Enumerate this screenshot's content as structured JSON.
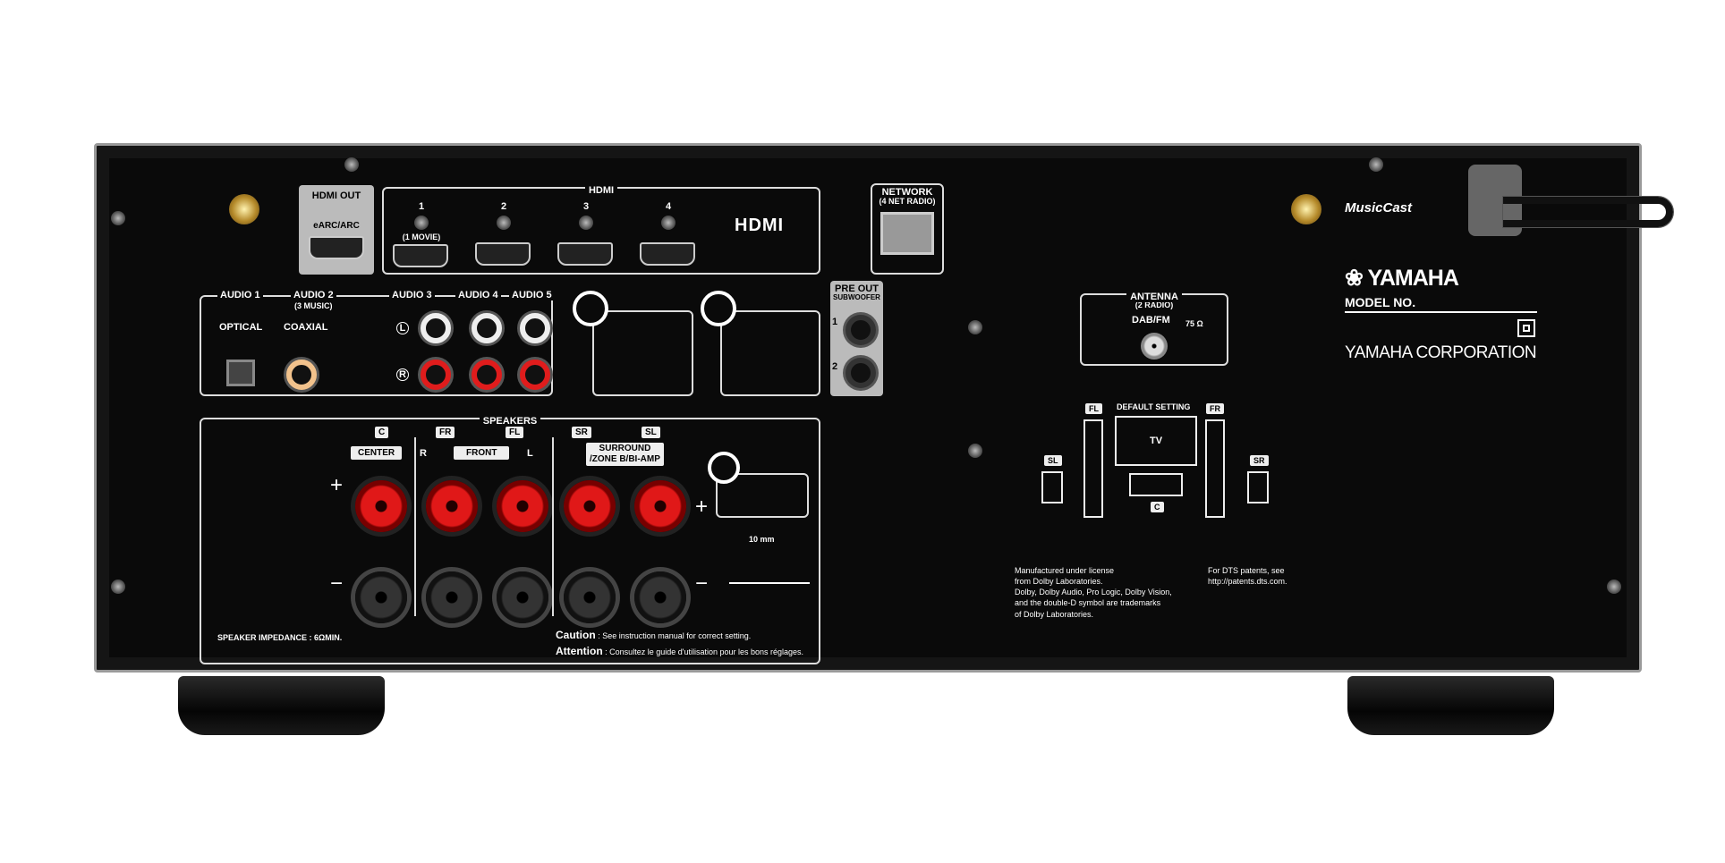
{
  "brand": {
    "logo": "YAMAHA",
    "model_label": "MODEL NO.",
    "corporation": "YAMAHA CORPORATION",
    "musiccast": "MusicCast"
  },
  "hdmi_out": {
    "title": "HDMI OUT",
    "sub": "eARC/ARC"
  },
  "hdmi_in": {
    "title": "HDMI",
    "logo": "HDMI",
    "ports": [
      {
        "num": "1",
        "sub": "(1 MOVIE)"
      },
      {
        "num": "2",
        "sub": ""
      },
      {
        "num": "3",
        "sub": ""
      },
      {
        "num": "4",
        "sub": ""
      }
    ]
  },
  "network": {
    "title": "NETWORK",
    "sub": "(4 NET RADIO)"
  },
  "audio": {
    "a1": "AUDIO 1",
    "a1_type": "OPTICAL",
    "a2": "AUDIO 2",
    "a2_sub": "(3 MUSIC)",
    "a2_type": "COAXIAL",
    "a3": "AUDIO 3",
    "a4": "AUDIO 4",
    "a5": "AUDIO 5",
    "left": "L",
    "right": "R"
  },
  "pre_out": {
    "title": "PRE OUT",
    "sub": "SUBWOOFER",
    "p1": "1",
    "p2": "2"
  },
  "speakers": {
    "title": "SPEAKERS",
    "c": "C",
    "center": "CENTER",
    "fr": "FR",
    "fl": "FL",
    "front": "FRONT",
    "sr": "SR",
    "sl": "SL",
    "surround": "SURROUND",
    "surround2": "/ZONE B/BI-AMP",
    "r": "R",
    "l": "L",
    "plus": "+",
    "minus": "−",
    "strip": "10 mm",
    "impedance": "SPEAKER IMPEDANCE :  6ΩMIN.",
    "caution_label": "Caution",
    "caution": ": See instruction manual for correct setting.",
    "attention_label": "Attention",
    "attention": ": Consultez le guide d'utilisation pour les bons réglages."
  },
  "antenna": {
    "title": "ANTENNA",
    "sub": "(2 RADIO)",
    "type": "DAB/FM",
    "ohm": "75 Ω"
  },
  "layout_diagram": {
    "title": "DEFAULT SETTING",
    "tv": "TV",
    "fl": "FL",
    "fr": "FR",
    "sl": "SL",
    "sr": "SR",
    "c": "C"
  },
  "legal": {
    "dolby": [
      "Manufactured under license",
      "from Dolby Laboratories.",
      "Dolby, Dolby Audio, Pro Logic, Dolby Vision,",
      "and the double-D symbol are trademarks",
      "of Dolby Laboratories."
    ],
    "dts": [
      "For DTS patents, see",
      "http://patents.dts.com."
    ]
  },
  "colors": {
    "panel": "#0a0a0a",
    "speaker_plus": "#e01818",
    "chassis_edge": "#9a9a9a"
  }
}
